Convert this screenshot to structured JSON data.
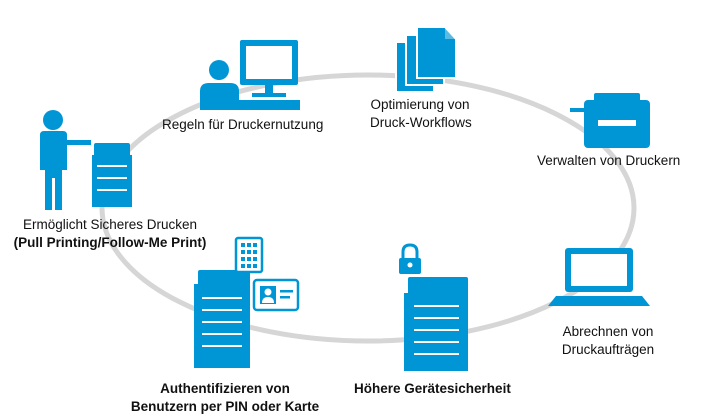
{
  "colors": {
    "primary_blue": "#0096d6",
    "ring_gray": "#d6d6d6",
    "text": "#111111"
  },
  "nodes": [
    {
      "id": "regeln",
      "icon": "user-at-monitor-icon",
      "label_lines": [
        "Regeln für Druckernutzung"
      ]
    },
    {
      "id": "optimierung",
      "icon": "stacked-documents-icon",
      "label_lines": [
        "Optimierung von",
        "Druck-Workflows"
      ]
    },
    {
      "id": "verwalten",
      "icon": "printer-icon",
      "label_lines": [
        "Verwalten von Druckern"
      ]
    },
    {
      "id": "abrechnen",
      "icon": "laptop-icon",
      "label_lines": [
        "Abrechnen von",
        "Druckaufträgen"
      ]
    },
    {
      "id": "sicherheit",
      "icon": "locked-printer-icon",
      "label_lines": [
        "Höhere Gerätesicherheit"
      ]
    },
    {
      "id": "authentifizieren",
      "icon": "printer-keypad-idcard-icon",
      "label_lines": [
        "Authentifizieren von",
        "Benutzern per PIN oder Karte"
      ]
    },
    {
      "id": "sicheres-drucken",
      "icon": "person-at-printer-icon",
      "label_lines": [
        "Ermöglicht Sicheres Drucken",
        "(Pull Printing/Follow-Me Print)"
      ]
    }
  ]
}
